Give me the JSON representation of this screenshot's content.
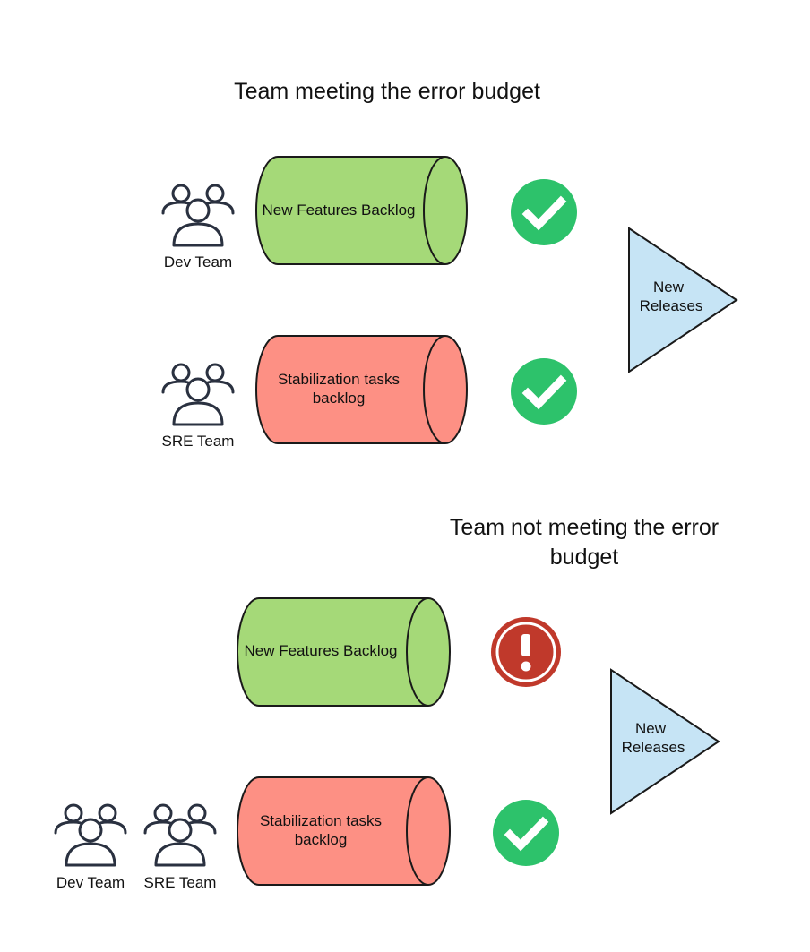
{
  "colors": {
    "features_fill": "#a5d978",
    "stabilization_fill": "#fd9084",
    "outline": "#1a1a1a",
    "ok_green": "#2dc26b",
    "alert_red": "#c0392b",
    "triangle_fill": "#c6e4f5",
    "person_stroke": "#2a3140"
  },
  "top": {
    "title": "Team meeting the error budget",
    "features_backlog": "New Features Backlog",
    "stabilization_line1": "Stabilization tasks",
    "stabilization_line2": "backlog",
    "dev_team": "Dev Team",
    "sre_team": "SRE Team",
    "releases_line1": "New",
    "releases_line2": "Releases",
    "features_status_icon": "check-circle-icon",
    "stabilization_status_icon": "check-circle-icon"
  },
  "bottom": {
    "title_line1": "Team not meeting the error",
    "title_line2": "budget",
    "features_backlog": "New Features Backlog",
    "stabilization_line1": "Stabilization tasks",
    "stabilization_line2": "backlog",
    "dev_team": "Dev Team",
    "sre_team": "SRE Team",
    "releases_line1": "New",
    "releases_line2": "Releases",
    "features_status_icon": "exclamation-circle-icon",
    "stabilization_status_icon": "check-circle-icon"
  }
}
